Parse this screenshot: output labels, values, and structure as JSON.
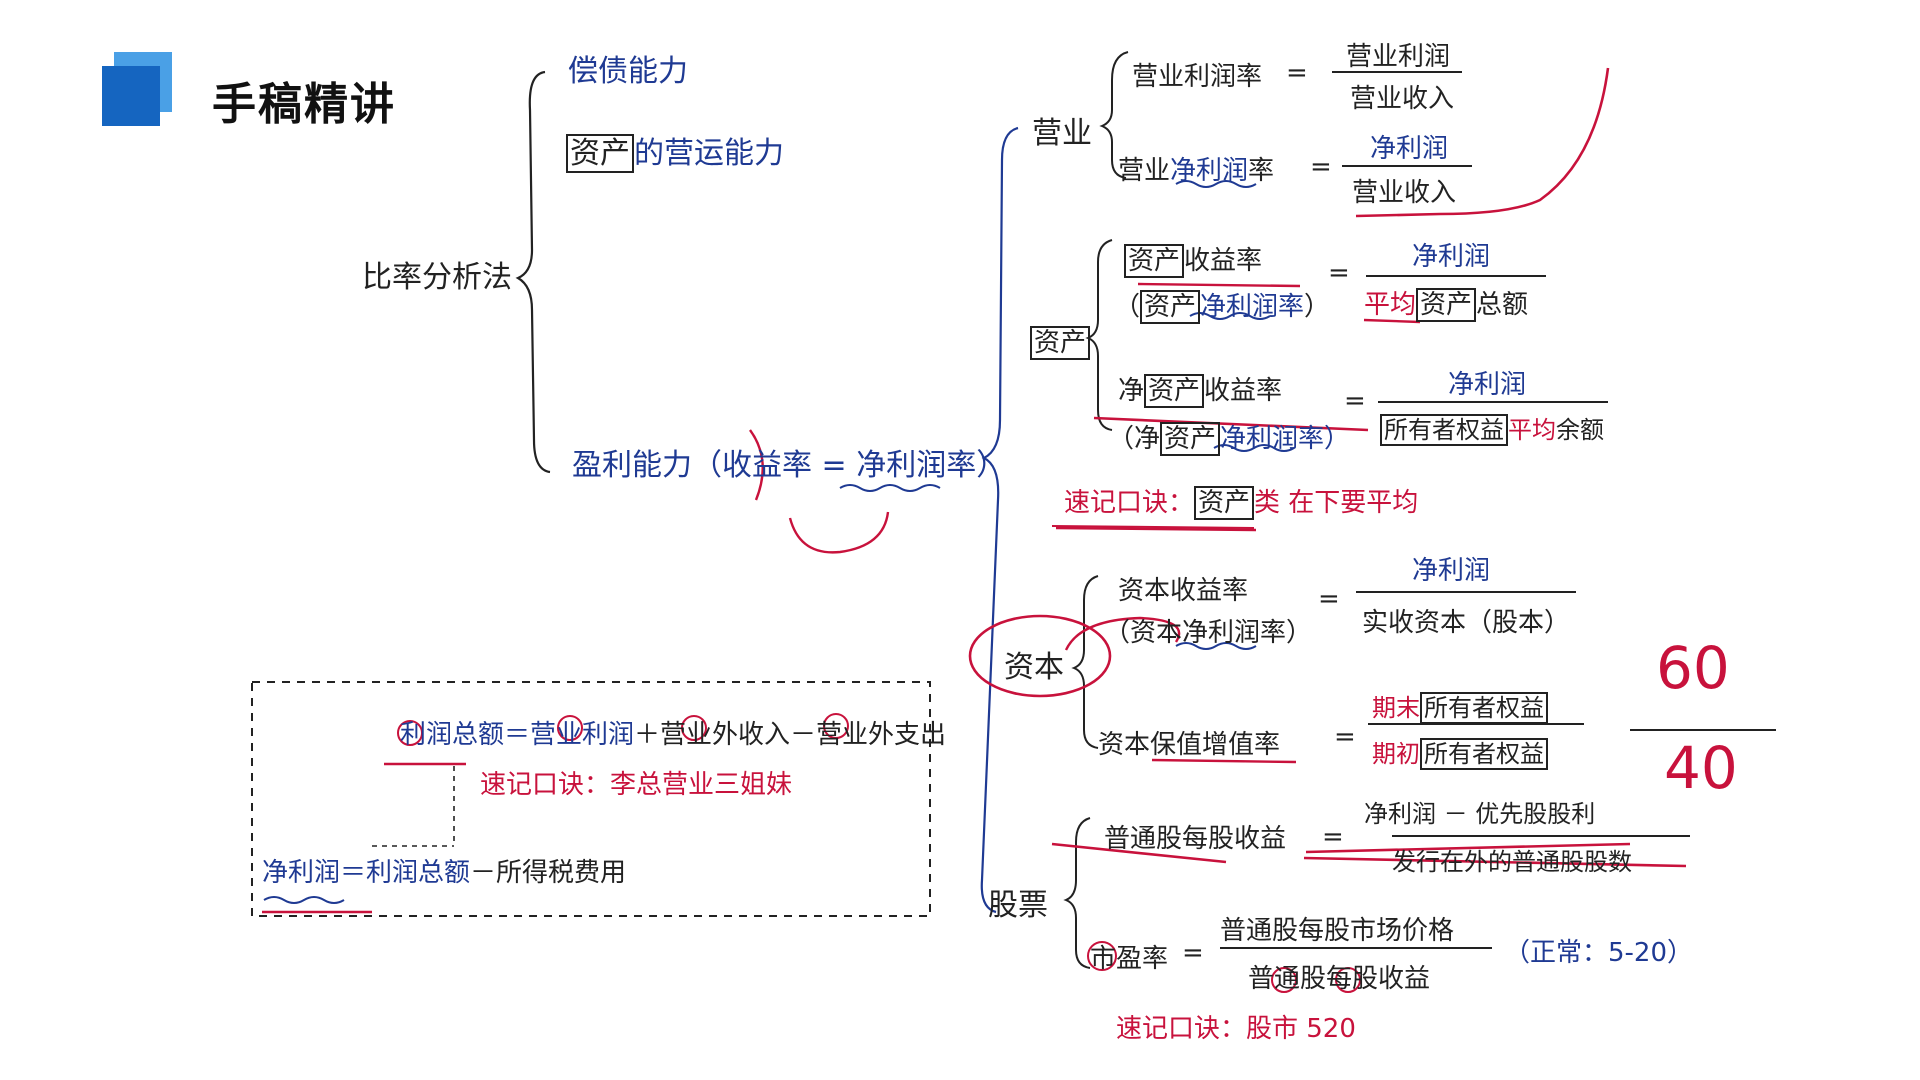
{
  "header": {
    "title": "手稿精讲"
  },
  "left": {
    "root": "比率分析法",
    "ability_debt": "偿债能力",
    "ability_asset_box": "资产",
    "ability_asset_rest": "的营运能力",
    "ability_profit": "盈利能力（收益率 = 净利润率）"
  },
  "business": {
    "group": "营业",
    "r1_label": "营业利润率",
    "r1_num": "营业利润",
    "r1_den": "营业收入",
    "r2_label_a": "营业",
    "r2_label_b": "净利润",
    "r2_label_c": "率",
    "r2_num": "净利润",
    "r2_den": "营业收入"
  },
  "asset": {
    "group": "资产",
    "r1_box": "资产",
    "r1_label": "收益率",
    "r1_alt_box": "资产",
    "r1_alt": "净利润率",
    "r1_num": "净利润",
    "r1_den_a": "平均",
    "r1_den_box": "资产",
    "r1_den_c": "总额",
    "r2_a": "净",
    "r2_box": "资产",
    "r2_b": "收益率",
    "r2_alt_a": "（净",
    "r2_alt_box": "资产",
    "r2_alt_b": "净利润率）",
    "r2_num": "净利润",
    "r2_den_box": "所有者权益",
    "r2_den_a": "平均",
    "r2_den_b": "余额",
    "tip_a": "速记口诀：",
    "tip_box": "资产",
    "tip_b": "类 在下要平均"
  },
  "capital": {
    "group": "资本",
    "r1_label": "资本收益率",
    "r1_alt": "（资本净利润率）",
    "r1_num": "净利润",
    "r1_den": "实收资本（股本）",
    "r2_label": "资本保值增值率",
    "r2_num_a": "期末",
    "r2_num_box": "所有者权益",
    "r2_den_a": "期初",
    "r2_den_box": "所有者权益",
    "side_num": "60",
    "side_den": "40"
  },
  "stock": {
    "group": "股票",
    "r1_label": "普通股每股收益",
    "r1_num": "净利润 － 优先股股利",
    "r1_den": "发行在外的普通股股数",
    "r2_label": "市盈率",
    "r2_num": "普通股每股市场价格",
    "r2_den": "普通股每股收益",
    "r2_note": "（正常：5-20）",
    "tip": "速记口诀：股市 520"
  },
  "box_note": {
    "l1_a": "利润总额",
    "l1_b": "＝营业利润",
    "l1_c": "＋营业外收入",
    "l1_d": "－营业外支出",
    "tip": "速记口诀：李总营业三姐妹",
    "l2_a": "净利润",
    "l2_b": "＝利润总额",
    "l2_c": "－所得税费用"
  },
  "colors": {
    "ink": "#222222",
    "blue_ink": "#1f3a93",
    "red_ink": "#c8123c",
    "logo_dark": "#1565c0",
    "logo_light": "#4aa0e6"
  }
}
